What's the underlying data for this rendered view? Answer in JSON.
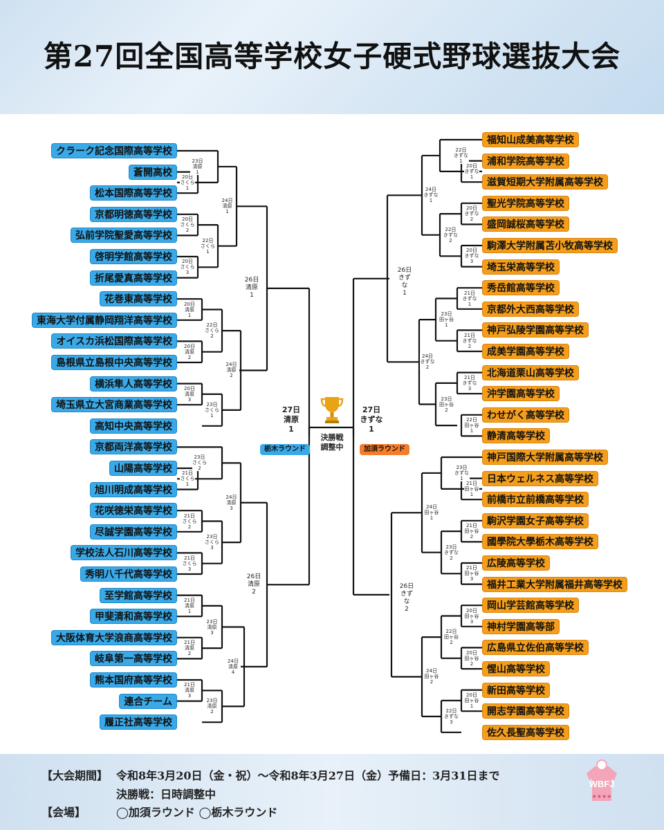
{
  "title": "第27回全国高等学校女子硬式野球選抜大会",
  "left_teams": [
    "クラーク記念国際高等学校",
    "蒼開高校",
    "松本国際高等学校",
    "京都明徳高等学校",
    "弘前学院聖愛高等学校",
    "啓明学館高等学校",
    "折尾愛真高等学校",
    "花巻東高等学校",
    "東海大学付属静岡翔洋高等学校",
    "オイスカ浜松国際高等学校",
    "島根県立島根中央高等学校",
    "横浜隼人高等学校",
    "埼玉県立大宮商業高等学校",
    "高知中央高等学校",
    "京都両洋高等学校",
    "山陽高等学校",
    "旭川明成高等学校",
    "花咲徳栄高等学校",
    "尽誠学園高等学校",
    "学校法人石川高等学校",
    "秀明八千代高等学校",
    "至学館高等学校",
    "甲斐清和高等学校",
    "大阪体育大学浪商高等学校",
    "岐阜第一高等学校",
    "熊本国府高等学校",
    "連合チーム",
    "履正社高等学校"
  ],
  "right_teams": [
    "福知山成美高等学校",
    "浦和学院高等学校",
    "滋賀短期大学附属高等学校",
    "聖光学院高等学校",
    "盛岡誠桜高等学校",
    "駒澤大学附属苫小牧高等学校",
    "埼玉栄高等学校",
    "秀岳館高等学校",
    "京都外大西高等学校",
    "神戸弘陵学園高等学校",
    "成美学園高等学校",
    "北海道栗山高等学校",
    "沖学園高等学校",
    "わせがく高等学校",
    "静清高等学校",
    "神戸国際大学附属高等学校",
    "日本ウェルネス高等学校",
    "前橋市立前橋高等学校",
    "駒沢学園女子高等学校",
    "國學院大學栃木高等学校",
    "広陵高等学校",
    "福井工業大学附属福井高等学校",
    "岡山学芸館高等学校",
    "神村学園高等部",
    "広島県立佐伯高等学校",
    "惺山高等学校",
    "新田高等学校",
    "開志学園高等学校",
    "佐久長聖高等学校"
  ],
  "left_r1": [
    {
      "l1": "20日",
      "l2": "さくら",
      "l3": "1"
    },
    {
      "l1": "20日",
      "l2": "さくら",
      "l3": "2"
    },
    {
      "l1": "20日",
      "l2": "さくら",
      "l3": "3"
    },
    {
      "l1": "20日",
      "l2": "清原",
      "l3": "1"
    },
    {
      "l1": "20日",
      "l2": "清原",
      "l3": "2"
    },
    {
      "l1": "20日",
      "l2": "清原",
      "l3": "3"
    },
    {
      "l1": "21日",
      "l2": "さくら",
      "l3": "1"
    },
    {
      "l1": "21日",
      "l2": "さくら",
      "l3": "2"
    },
    {
      "l1": "21日",
      "l2": "さくら",
      "l3": "3"
    },
    {
      "l1": "21日",
      "l2": "清原",
      "l3": "1"
    },
    {
      "l1": "21日",
      "l2": "清原",
      "l3": "2"
    },
    {
      "l1": "21日",
      "l2": "清原",
      "l3": "3"
    }
  ],
  "left_r2": [
    {
      "l1": "23日",
      "l2": "清原",
      "l3": "1"
    },
    {
      "l1": "22日",
      "l2": "さくら",
      "l3": "1"
    },
    {
      "l1": "22日",
      "l2": "さくら",
      "l3": "2"
    },
    {
      "l1": "23日",
      "l2": "さくら",
      "l3": "1"
    },
    {
      "l1": "23日",
      "l2": "さくら",
      "l3": "2"
    },
    {
      "l1": "23日",
      "l2": "さくら",
      "l3": "3"
    },
    {
      "l1": "23日",
      "l2": "清原",
      "l3": "3"
    },
    {
      "l1": "23日",
      "l2": "清原",
      "l3": "2"
    }
  ],
  "left_r3": [
    {
      "l1": "24日",
      "l2": "清原",
      "l3": "1"
    },
    {
      "l1": "24日",
      "l2": "清原",
      "l3": "2"
    },
    {
      "l1": "24日",
      "l2": "清原",
      "l3": "3"
    },
    {
      "l1": "24日",
      "l2": "清原",
      "l3": "4"
    }
  ],
  "left_r4": [
    {
      "l1": "26日",
      "l2": "清原",
      "l3": "1"
    },
    {
      "l1": "26日",
      "l2": "清原",
      "l3": "2"
    }
  ],
  "left_semi": {
    "l1": "27日",
    "l2": "清原",
    "l3": "1"
  },
  "right_r1": [
    {
      "l1": "20日",
      "l2": "きずな",
      "l3": "1"
    },
    {
      "l1": "20日",
      "l2": "きずな",
      "l3": "2"
    },
    {
      "l1": "20日",
      "l2": "きずな",
      "l3": "3"
    },
    {
      "l1": "21日",
      "l2": "きずな",
      "l3": "1"
    },
    {
      "l1": "21日",
      "l2": "きずな",
      "l3": "2"
    },
    {
      "l1": "21日",
      "l2": "きずな",
      "l3": "3"
    },
    {
      "l1": "22日",
      "l2": "田ヶ谷",
      "l3": "1"
    },
    {
      "l1": "21日",
      "l2": "田ヶ谷",
      "l3": "1"
    },
    {
      "l1": "21日",
      "l2": "田ヶ谷",
      "l3": "2"
    },
    {
      "l1": "21日",
      "l2": "田ヶ谷",
      "l3": "3"
    },
    {
      "l1": "20日",
      "l2": "田ヶ谷",
      "l3": "3"
    },
    {
      "l1": "20日",
      "l2": "田ヶ谷",
      "l3": "2"
    },
    {
      "l1": "20日",
      "l2": "田ヶ谷",
      "l3": "1"
    }
  ],
  "right_r2": [
    {
      "l1": "22日",
      "l2": "きずな",
      "l3": "1"
    },
    {
      "l1": "22日",
      "l2": "きずな",
      "l3": "2"
    },
    {
      "l1": "23日",
      "l2": "田ヶ谷",
      "l3": "1"
    },
    {
      "l1": "23日",
      "l2": "田ヶ谷",
      "l3": "2"
    },
    {
      "l1": "23日",
      "l2": "きずな",
      "l3": "1"
    },
    {
      "l1": "23日",
      "l2": "きずな",
      "l3": "2"
    },
    {
      "l1": "22日",
      "l2": "田ヶ谷",
      "l3": "2"
    },
    {
      "l1": "22日",
      "l2": "きずな",
      "l3": "3"
    }
  ],
  "right_r3": [
    {
      "l1": "24日",
      "l2": "きずな",
      "l3": "1"
    },
    {
      "l1": "24日",
      "l2": "きずな",
      "l3": "2"
    },
    {
      "l1": "24日",
      "l2": "田ヶ谷",
      "l3": "1"
    },
    {
      "l1": "24日",
      "l2": "田ヶ谷",
      "l3": "2"
    }
  ],
  "right_r4": [
    {
      "l1": "26日",
      "l2": "きずな",
      "l3": "1"
    },
    {
      "l1": "26日",
      "l2": "きずな",
      "l3": "2"
    }
  ],
  "right_semi": {
    "l1": "27日",
    "l2": "きずな",
    "l3": "1"
  },
  "final": {
    "l1": "決勝戦",
    "l2": "調整中"
  },
  "tag_left": "栃木ラウンド",
  "tag_right": "加須ラウンド",
  "footer": {
    "period_label": "【大会期間】",
    "period_value": "令和8年3月20日（金・祝）〜令和8年3月27日（金）予備日：3月31日まで",
    "final_line": "決勝戦：日時調整中",
    "venue_label": "【会場】",
    "venue_value": "◯加須ラウンド ◯栃木ラウンド"
  },
  "logo_text": "WBFJ",
  "colors": {
    "left_team": "#39a9e8",
    "right_team": "#f59e1b",
    "right_tag": "#f47c2a",
    "trophy": "#e8a317"
  }
}
